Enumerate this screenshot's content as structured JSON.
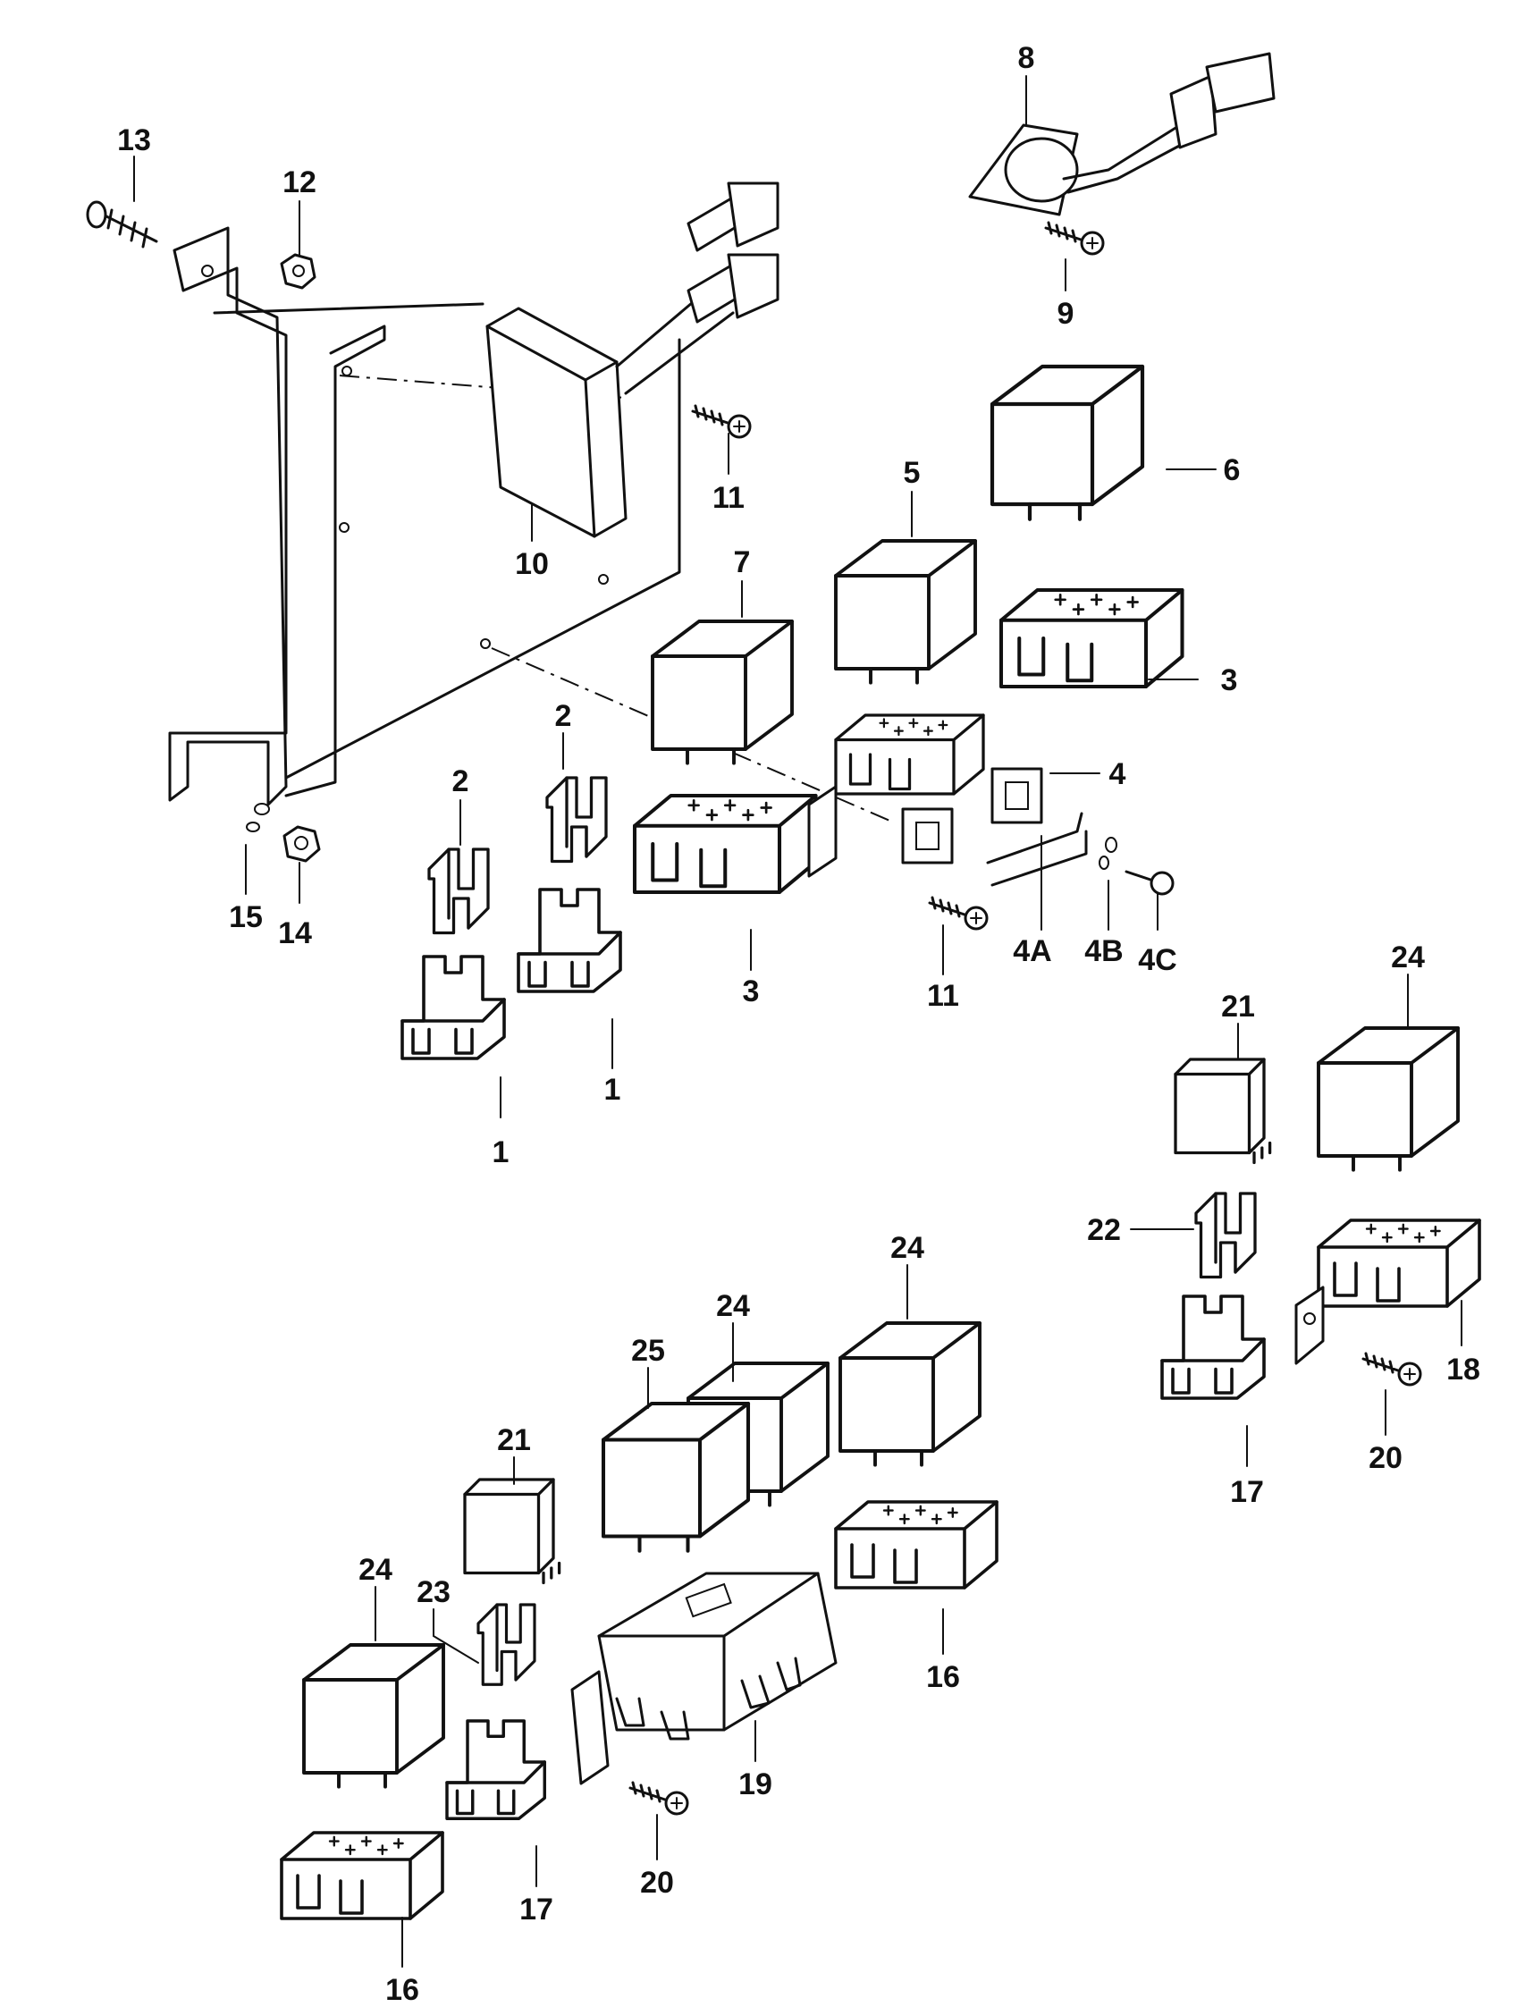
{
  "callouts": {
    "c1a": "1",
    "c1b": "1",
    "c2a": "2",
    "c2b": "2",
    "c3a": "3",
    "c3b": "3",
    "c4": "4",
    "c4a": "4A",
    "c4b": "4B",
    "c4c": "4C",
    "c5": "5",
    "c6": "6",
    "c7": "7",
    "c8": "8",
    "c9": "9",
    "c10": "10",
    "c11a": "11",
    "c11b": "11",
    "c12": "12",
    "c13": "13",
    "c14": "14",
    "c15": "15",
    "c16a": "16",
    "c16b": "16",
    "c17a": "17",
    "c17b": "17",
    "c18": "18",
    "c19": "19",
    "c20a": "20",
    "c20b": "20",
    "c21a": "21",
    "c21b": "21",
    "c22": "22",
    "c23": "23",
    "c24a": "24",
    "c24b": "24",
    "c24c": "24",
    "c24d": "24",
    "c25": "25"
  }
}
